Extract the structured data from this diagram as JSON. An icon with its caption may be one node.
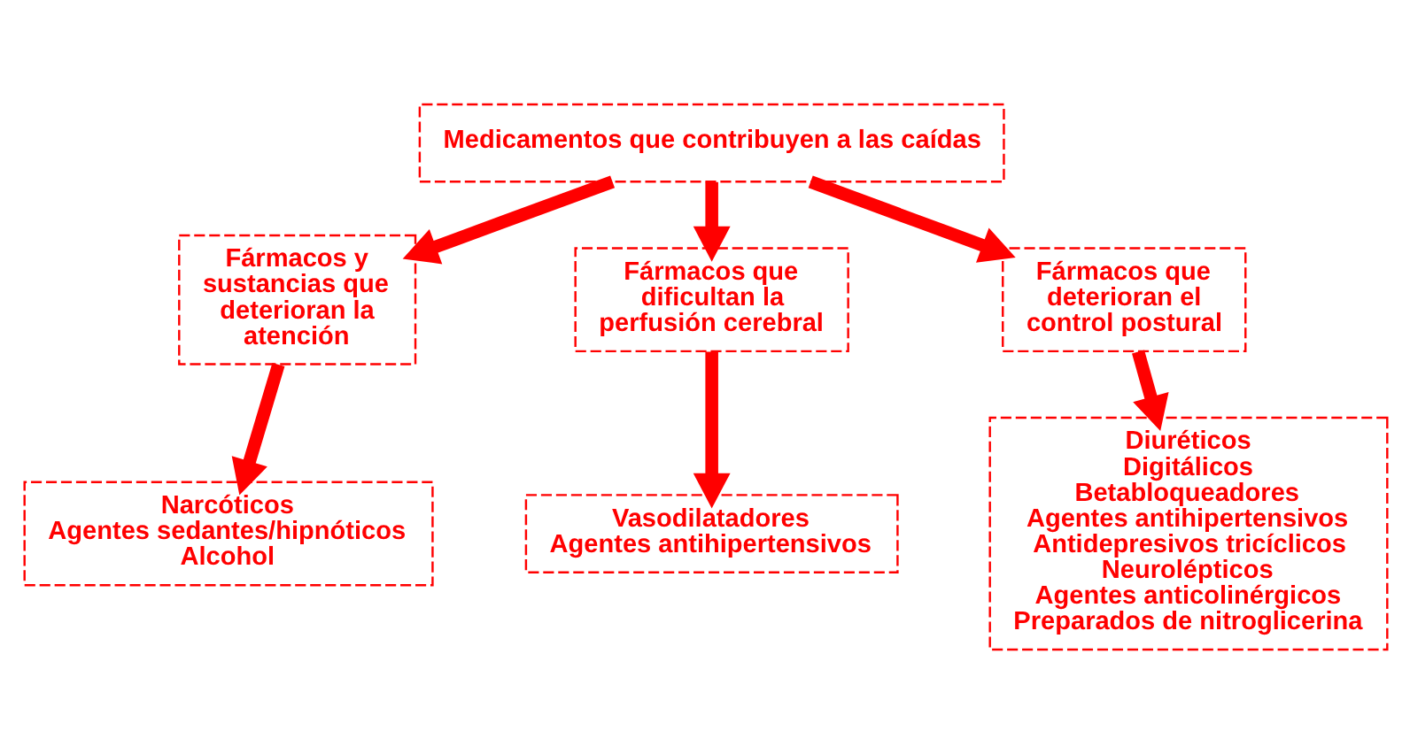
{
  "diagram": {
    "nodes": [
      {
        "text": [
          "Medicamentos que contribuyen a las caídas"
        ]
      },
      {
        "text": [
          "Fármacos y sustancias que deterioran la atención"
        ]
      },
      {
        "text": [
          "Fármacos que dificultan la perfusión cerebral"
        ]
      },
      {
        "text": [
          "Fármacos que deterioran el control postural"
        ]
      },
      {
        "text": [
          "Narcóticos",
          "Agentes sedantes/hipnóticos",
          "Alcohol"
        ]
      },
      {
        "text": [
          "Vasodilatadores",
          "Agentes antihipertensivos"
        ]
      },
      {
        "text": [
          "Diuréticos",
          "Digitálicos",
          "Betabloqueadores",
          "Agentes antihipertensivos",
          "Antidepresivos tricíclicos",
          "Neurolépticos",
          "Agentes anticolinérgicos",
          "Preparados de nitroglicerina"
        ]
      }
    ],
    "edges": [
      {
        "from": 0,
        "to": 1,
        "arrow": "to"
      },
      {
        "from": 0,
        "to": 2,
        "arrow": "to"
      },
      {
        "from": 0,
        "to": 3,
        "arrow": "to"
      },
      {
        "from": 1,
        "to": 4,
        "arrow": "to"
      },
      {
        "from": 2,
        "to": 5,
        "arrow": "to"
      },
      {
        "from": 3,
        "to": 6,
        "arrow": "to"
      }
    ]
  }
}
